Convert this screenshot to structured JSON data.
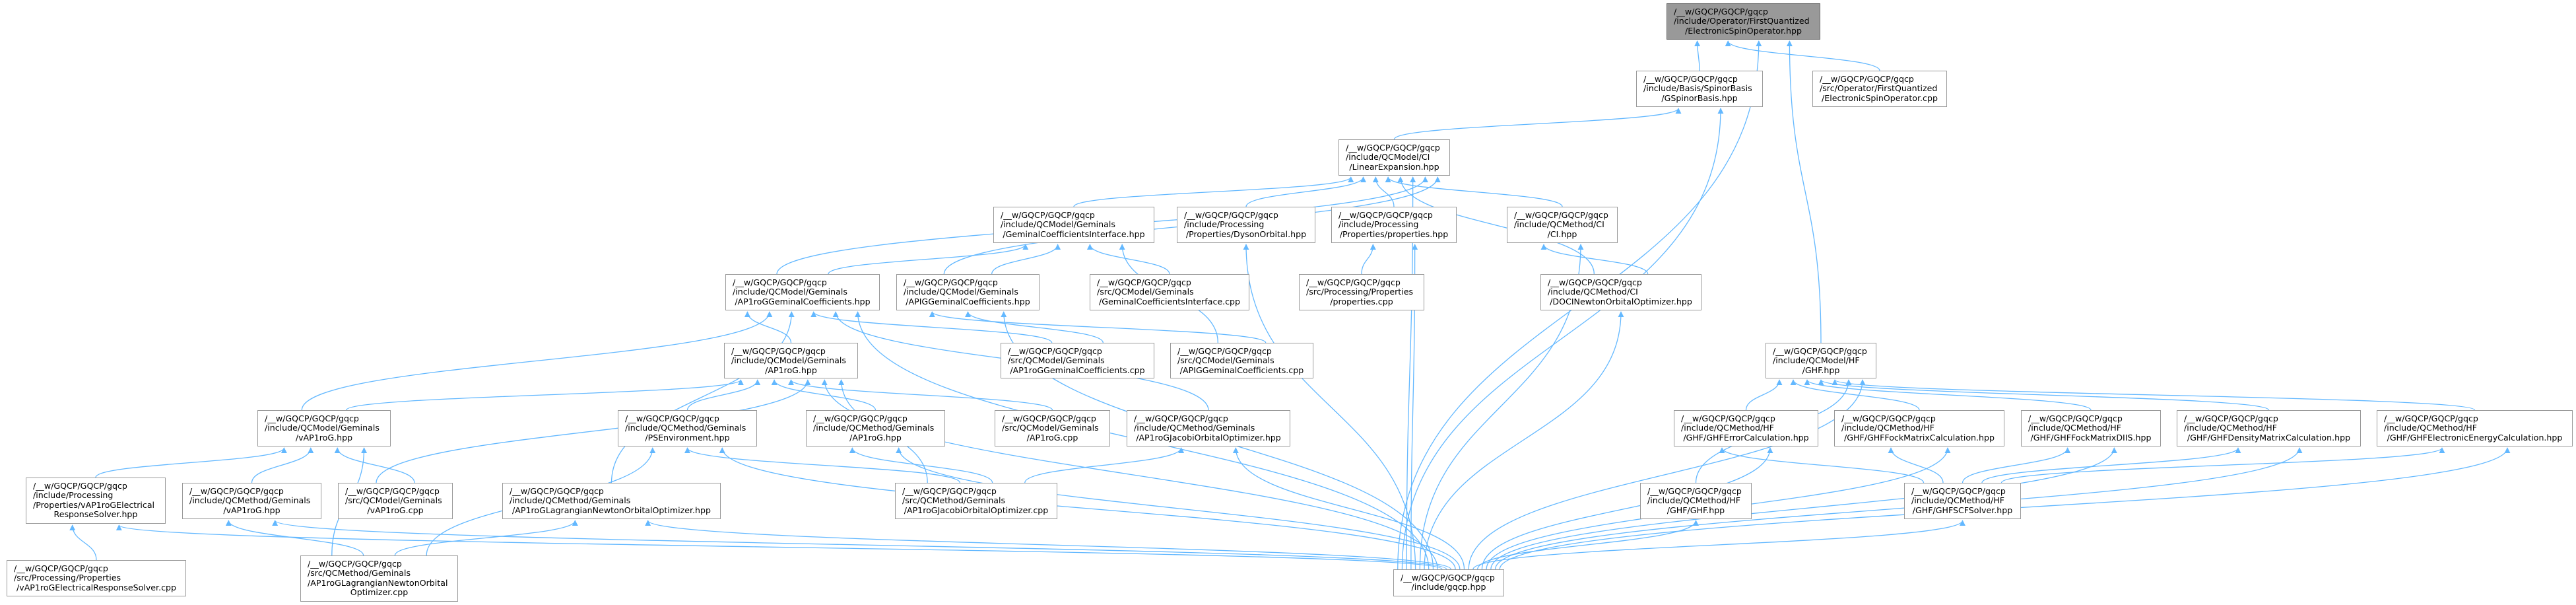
{
  "title": "Include dependency graph for ElectronicSpinOperator.hpp",
  "colors": {
    "edge": "#63b8ff",
    "node_border": "#999999",
    "current_fill": "#999999"
  },
  "nodes": [
    {
      "id": "eso",
      "current": true,
      "lines": [
        "/__w/GQCP/GQCP/gqcp",
        "/include/Operator/FirstQuantized",
        "/ElectronicSpinOperator.hpp"
      ]
    },
    {
      "id": "gspinor",
      "lines": [
        "/__w/GQCP/GQCP/gqcp",
        "/include/Basis/SpinorBasis",
        "/GSpinorBasis.hpp"
      ]
    },
    {
      "id": "esocpp",
      "lines": [
        "/__w/GQCP/GQCP/gqcp",
        "/src/Operator/FirstQuantized",
        "/ElectronicSpinOperator.cpp"
      ]
    },
    {
      "id": "le",
      "lines": [
        "/__w/GQCP/GQCP/gqcp",
        "/include/QCModel/CI",
        "/LinearExpansion.hpp"
      ]
    },
    {
      "id": "gci",
      "lines": [
        "/__w/GQCP/GQCP/gqcp",
        "/include/QCModel/Geminals",
        "/GeminalCoefficientsInterface.hpp"
      ]
    },
    {
      "id": "dyson",
      "lines": [
        "/__w/GQCP/GQCP/gqcp",
        "/include/Processing",
        "/Properties/DysonOrbital.hpp"
      ]
    },
    {
      "id": "props",
      "lines": [
        "/__w/GQCP/GQCP/gqcp",
        "/include/Processing",
        "/Properties/properties.hpp"
      ]
    },
    {
      "id": "ci",
      "lines": [
        "/__w/GQCP/GQCP/gqcp",
        "/include/QCMethod/CI",
        "/CI.hpp"
      ]
    },
    {
      "id": "ap1roggc",
      "lines": [
        "/__w/GQCP/GQCP/gqcp",
        "/include/QCModel/Geminals",
        "/AP1roGGeminalCoefficients.hpp"
      ]
    },
    {
      "id": "apiggc",
      "lines": [
        "/__w/GQCP/GQCP/gqcp",
        "/include/QCModel/Geminals",
        "/APIGGeminalCoefficients.hpp"
      ]
    },
    {
      "id": "gcicpp",
      "lines": [
        "/__w/GQCP/GQCP/gqcp",
        "/src/QCModel/Geminals",
        "/GeminalCoefficientsInterface.cpp"
      ]
    },
    {
      "id": "propscpp",
      "lines": [
        "/__w/GQCP/GQCP/gqcp",
        "/src/Processing/Properties",
        "/properties.cpp"
      ]
    },
    {
      "id": "doci",
      "lines": [
        "/__w/GQCP/GQCP/gqcp",
        "/include/QCMethod/CI",
        "/DOCINewtonOrbitalOptimizer.hpp"
      ]
    },
    {
      "id": "ghf",
      "lines": [
        "/__w/GQCP/GQCP/gqcp",
        "/include/QCModel/HF",
        "/GHF.hpp"
      ]
    },
    {
      "id": "ap1rog",
      "lines": [
        "/__w/GQCP/GQCP/gqcp",
        "/include/QCModel/Geminals",
        "/AP1roG.hpp"
      ]
    },
    {
      "id": "ap1roggccpp",
      "lines": [
        "/__w/GQCP/GQCP/gqcp",
        "/src/QCModel/Geminals",
        "/AP1roGGeminalCoefficients.cpp"
      ]
    },
    {
      "id": "apiggccpp",
      "lines": [
        "/__w/GQCP/GQCP/gqcp",
        "/src/QCModel/Geminals",
        "/APIGGeminalCoefficients.cpp"
      ]
    },
    {
      "id": "vap1rog",
      "lines": [
        "/__w/GQCP/GQCP/gqcp",
        "/include/QCModel/Geminals",
        "/vAP1roG.hpp"
      ]
    },
    {
      "id": "psenv",
      "lines": [
        "/__w/GQCP/GQCP/gqcp",
        "/include/QCMethod/Geminals",
        "/PSEnvironment.hpp"
      ]
    },
    {
      "id": "map1rog",
      "lines": [
        "/__w/GQCP/GQCP/gqcp",
        "/include/QCMethod/Geminals",
        "/AP1roG.hpp"
      ]
    },
    {
      "id": "ap1rogcpp",
      "lines": [
        "/__w/GQCP/GQCP/gqcp",
        "/src/QCModel/Geminals",
        "/AP1roG.cpp"
      ]
    },
    {
      "id": "jacobi",
      "lines": [
        "/__w/GQCP/GQCP/gqcp",
        "/include/QCMethod/Geminals",
        "/AP1roGJacobiOrbitalOptimizer.hpp"
      ]
    },
    {
      "id": "ghferr",
      "lines": [
        "/__w/GQCP/GQCP/gqcp",
        "/include/QCMethod/HF",
        "/GHF/GHFErrorCalculation.hpp"
      ]
    },
    {
      "id": "ghffock",
      "lines": [
        "/__w/GQCP/GQCP/gqcp",
        "/include/QCMethod/HF",
        "/GHF/GHFFockMatrixCalculation.hpp"
      ]
    },
    {
      "id": "ghfdiis",
      "lines": [
        "/__w/GQCP/GQCP/gqcp",
        "/include/QCMethod/HF",
        "/GHF/GHFFockMatrixDIIS.hpp"
      ]
    },
    {
      "id": "ghfdens",
      "lines": [
        "/__w/GQCP/GQCP/gqcp",
        "/include/QCMethod/HF",
        "/GHF/GHFDensityMatrixCalculation.hpp"
      ]
    },
    {
      "id": "ghfener",
      "lines": [
        "/__w/GQCP/GQCP/gqcp",
        "/include/QCMethod/HF",
        "/GHF/GHFElectronicEnergyCalculation.hpp"
      ]
    },
    {
      "id": "resp",
      "lines": [
        "/__w/GQCP/GQCP/gqcp",
        "/include/Processing",
        "/Properties/vAP1roGElectrical",
        "ResponseSolver.hpp"
      ]
    },
    {
      "id": "mvap1rog",
      "lines": [
        "/__w/GQCP/GQCP/gqcp",
        "/include/QCMethod/Geminals",
        "/vAP1roG.hpp"
      ]
    },
    {
      "id": "vap1rogcpp",
      "lines": [
        "/__w/GQCP/GQCP/gqcp",
        "/src/QCModel/Geminals",
        "/vAP1roG.cpp"
      ]
    },
    {
      "id": "lagr",
      "lines": [
        "/__w/GQCP/GQCP/gqcp",
        "/include/QCMethod/Geminals",
        "/AP1roGLagrangianNewtonOrbitalOptimizer.hpp"
      ]
    },
    {
      "id": "jacobicpp",
      "lines": [
        "/__w/GQCP/GQCP/gqcp",
        "/src/QCMethod/Geminals",
        "/AP1roGJacobiOrbitalOptimizer.cpp"
      ]
    },
    {
      "id": "ghfghf",
      "lines": [
        "/__w/GQCP/GQCP/gqcp",
        "/include/QCMethod/HF",
        "/GHF/GHF.hpp"
      ]
    },
    {
      "id": "scf",
      "lines": [
        "/__w/GQCP/GQCP/gqcp",
        "/include/QCMethod/HF",
        "/GHF/GHFSCFSolver.hpp"
      ]
    },
    {
      "id": "respcpp",
      "lines": [
        "/__w/GQCP/GQCP/gqcp",
        "/src/Processing/Properties",
        "/vAP1roGElectricalResponseSolver.cpp"
      ]
    },
    {
      "id": "lagrcpp",
      "lines": [
        "/__w/GQCP/GQCP/gqcp",
        "/src/QCMethod/Geminals",
        "/AP1roGLagrangianNewtonOrbital",
        "Optimizer.cpp"
      ]
    },
    {
      "id": "gqcp",
      "lines": [
        "/__w/GQCP/GQCP/gqcp",
        "/include/gqcp.hpp"
      ]
    }
  ],
  "edges": [
    [
      "gspinor",
      "eso"
    ],
    [
      "esocpp",
      "eso"
    ],
    [
      "gqcp",
      "eso"
    ],
    [
      "ghf",
      "eso"
    ],
    [
      "le",
      "gspinor"
    ],
    [
      "gqcp",
      "gspinor"
    ],
    [
      "gci",
      "le"
    ],
    [
      "dyson",
      "le"
    ],
    [
      "props",
      "le"
    ],
    [
      "ci",
      "le"
    ],
    [
      "doci",
      "le"
    ],
    [
      "gqcp",
      "le"
    ],
    [
      "ap1roggc",
      "le"
    ],
    [
      "apiggc",
      "le"
    ],
    [
      "ap1roggc",
      "gci"
    ],
    [
      "apiggc",
      "gci"
    ],
    [
      "gcicpp",
      "gci"
    ],
    [
      "apiggccpp",
      "gci"
    ],
    [
      "propscpp",
      "props"
    ],
    [
      "gqcp",
      "props"
    ],
    [
      "gqcp",
      "dyson"
    ],
    [
      "doci",
      "ci"
    ],
    [
      "gqcp",
      "ci"
    ],
    [
      "gqcp",
      "doci"
    ],
    [
      "ap1rog",
      "ap1roggc"
    ],
    [
      "vap1rog",
      "ap1roggc"
    ],
    [
      "lagr",
      "ap1roggc"
    ],
    [
      "ap1roggccpp",
      "ap1roggc"
    ],
    [
      "jacobi",
      "ap1roggc"
    ],
    [
      "gqcp",
      "ap1roggc"
    ],
    [
      "apiggccpp",
      "apiggc"
    ],
    [
      "ap1roggccpp",
      "apiggc"
    ],
    [
      "gqcp",
      "apiggc"
    ],
    [
      "vap1rog",
      "ap1rog"
    ],
    [
      "psenv",
      "ap1rog"
    ],
    [
      "map1rog",
      "ap1rog"
    ],
    [
      "ap1rogcpp",
      "ap1rog"
    ],
    [
      "vap1rogcpp",
      "ap1rog"
    ],
    [
      "gqcp",
      "ap1rog"
    ],
    [
      "jacobicpp",
      "ap1rog"
    ],
    [
      "resp",
      "vap1rog"
    ],
    [
      "mvap1rog",
      "vap1rog"
    ],
    [
      "vap1rogcpp",
      "vap1rog"
    ],
    [
      "lagrcpp",
      "vap1rog"
    ],
    [
      "respcpp",
      "resp"
    ],
    [
      "gqcp",
      "resp"
    ],
    [
      "lagrcpp",
      "mvap1rog"
    ],
    [
      "gqcp",
      "mvap1rog"
    ],
    [
      "lagrcpp",
      "lagr"
    ],
    [
      "gqcp",
      "lagr"
    ],
    [
      "lagrcpp",
      "psenv"
    ],
    [
      "jacobicpp",
      "psenv"
    ],
    [
      "gqcp",
      "psenv"
    ],
    [
      "jacobicpp",
      "map1rog"
    ],
    [
      "gqcp",
      "map1rog"
    ],
    [
      "jacobicpp",
      "jacobi"
    ],
    [
      "gqcp",
      "jacobi"
    ],
    [
      "ghferr",
      "ghf"
    ],
    [
      "ghffock",
      "ghf"
    ],
    [
      "ghfdiis",
      "ghf"
    ],
    [
      "ghfdens",
      "ghf"
    ],
    [
      "ghfener",
      "ghf"
    ],
    [
      "ghfghf",
      "ghf"
    ],
    [
      "gqcp",
      "ghf"
    ],
    [
      "scf",
      "ghferr"
    ],
    [
      "scf",
      "ghffock"
    ],
    [
      "scf",
      "ghfdiis"
    ],
    [
      "scf",
      "ghfdens"
    ],
    [
      "scf",
      "ghfener"
    ],
    [
      "gqcp",
      "scf"
    ],
    [
      "gqcp",
      "ghfghf"
    ],
    [
      "gqcp",
      "ghferr"
    ],
    [
      "gqcp",
      "ghffock"
    ],
    [
      "gqcp",
      "ghfdiis"
    ],
    [
      "gqcp",
      "ghfdens"
    ],
    [
      "gqcp",
      "ghfener"
    ]
  ]
}
